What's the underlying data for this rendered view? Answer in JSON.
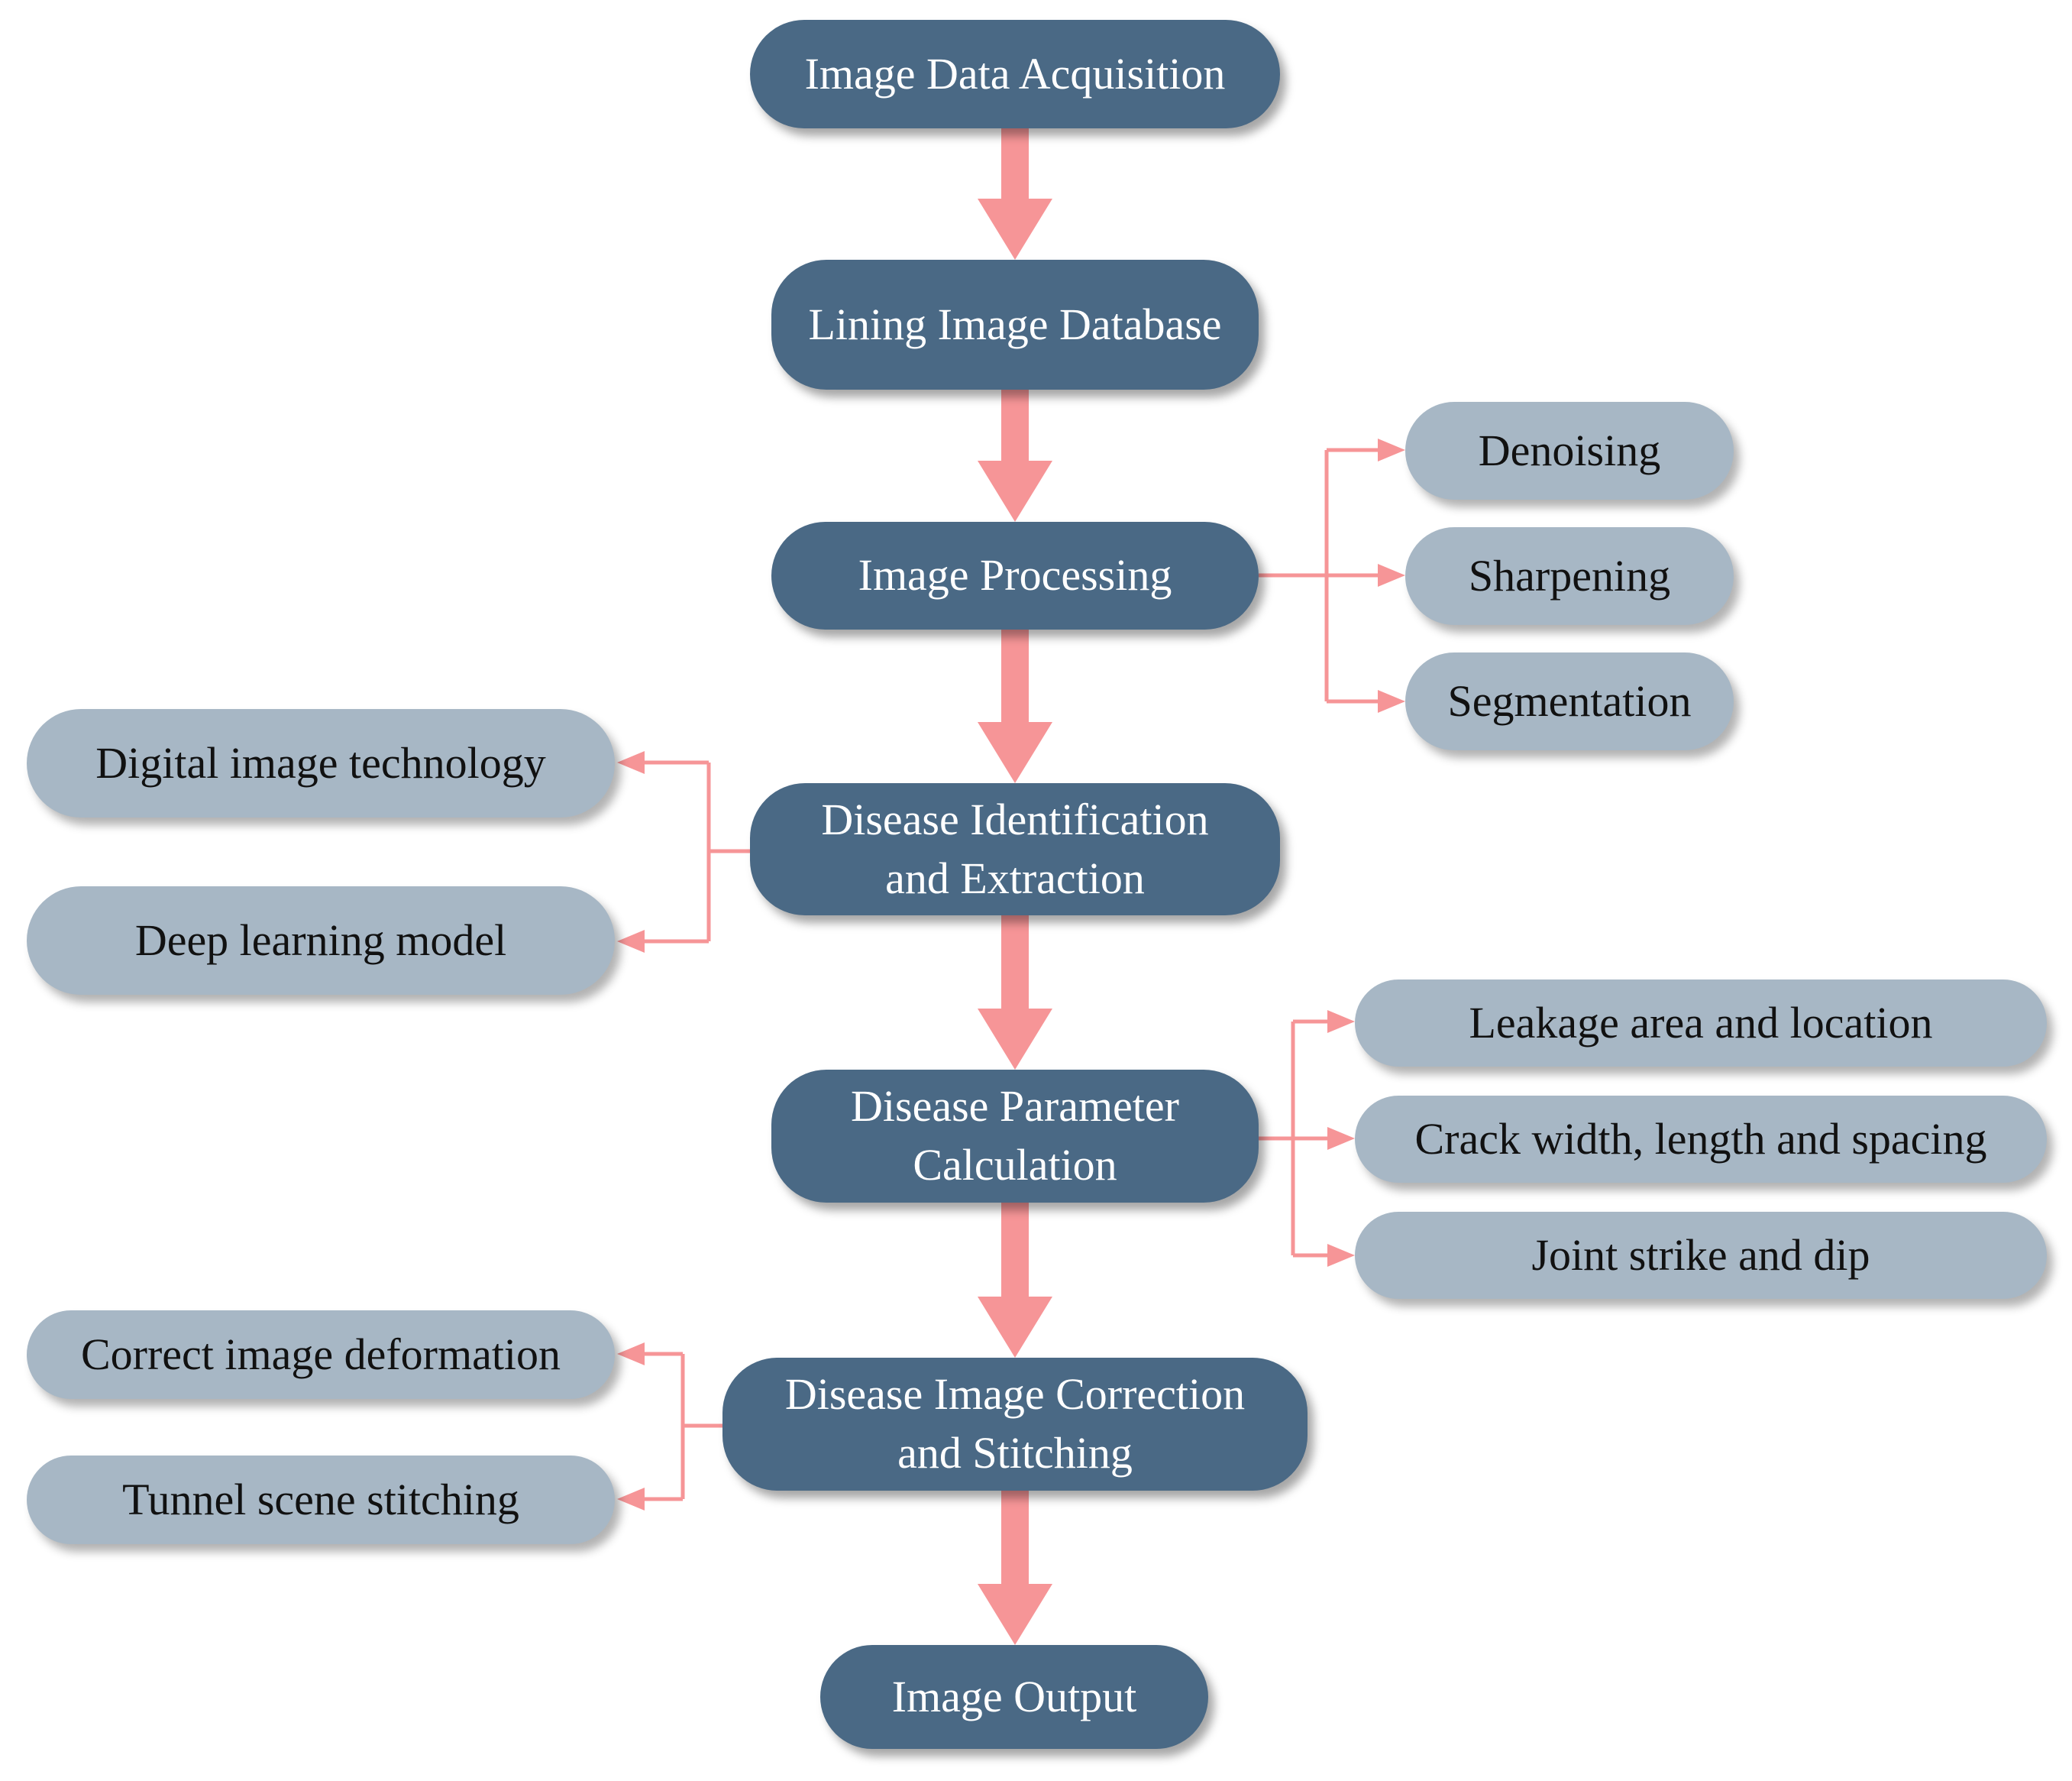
{
  "colors": {
    "main_node": "#4a6985",
    "sub_node": "#a7b7c5",
    "arrow": "#f69597",
    "main_text": "#ffffff",
    "sub_text": "#111111"
  },
  "main_nodes": {
    "acquisition": "Image Data Acquisition",
    "database": "Lining Image Database",
    "processing": "Image Processing",
    "identification": [
      "Disease Identification",
      "and Extraction"
    ],
    "parameter": [
      "Disease Parameter",
      "Calculation"
    ],
    "correction": [
      "Disease Image Correction",
      "and Stitching"
    ],
    "output": "Image Output"
  },
  "processing_steps": [
    "Denoising",
    "Sharpening",
    "Segmentation"
  ],
  "identification_methods": [
    "Digital image technology",
    "Deep learning model"
  ],
  "parameter_items": [
    "Leakage area and location",
    "Crack width, length and spacing",
    "Joint strike and dip"
  ],
  "correction_steps": [
    "Correct image deformation",
    "Tunnel scene stitching"
  ]
}
